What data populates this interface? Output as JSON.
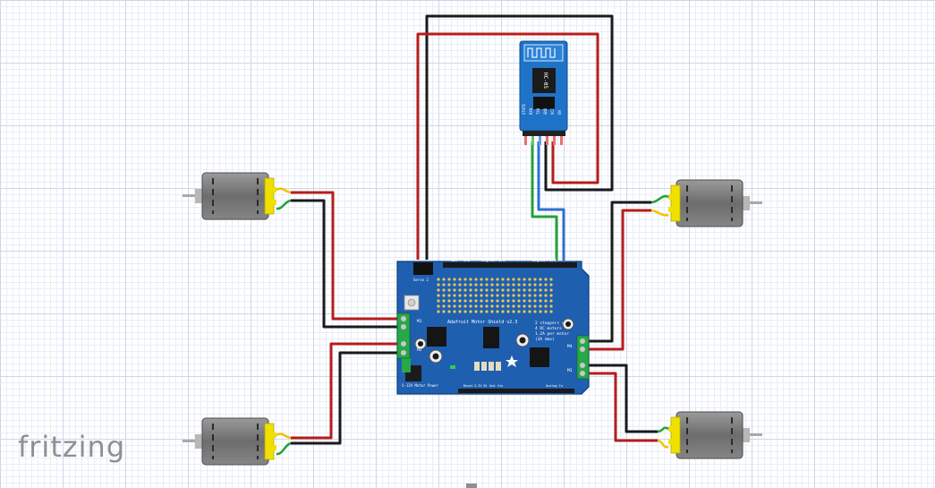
{
  "app": {
    "logo_text": "fritzing"
  },
  "components": {
    "bluetooth_module": {
      "model": "HC-05",
      "pins": [
        "STATE",
        "RXD",
        "TXD",
        "GND",
        "VCC",
        "EN"
      ]
    },
    "shield": {
      "title": "Adafruit Motor Shield v2.3",
      "note_lines": [
        "2 steppers or",
        "4 DC motors",
        "1.2A per motor",
        "(3A max)"
      ],
      "servo_label": "Servo 2",
      "power_label": "5-12V Motor Power",
      "header_labels": [
        "SDA",
        "Gnd",
        "Digital I/O",
        "Digital I/O"
      ],
      "bottom_labels": [
        "Reset",
        "3.3V",
        "5V",
        "Gnd",
        "Vin",
        "Analog In"
      ],
      "terminal_labels": [
        "M1",
        "M2",
        "M3",
        "M4"
      ]
    },
    "motors": [
      {
        "name": "motor-top-left"
      },
      {
        "name": "motor-bottom-left"
      },
      {
        "name": "motor-top-right"
      },
      {
        "name": "motor-bottom-right"
      }
    ]
  },
  "colors": {
    "wire_red": "#b81c1c",
    "wire_black": "#1a1a1a",
    "wire_green": "#22a13a",
    "wire_blue": "#2f6fd0",
    "lead_yellow": "#f2c200",
    "board_blue": "#1f5fb0",
    "bt_blue": "#1e73c8"
  }
}
